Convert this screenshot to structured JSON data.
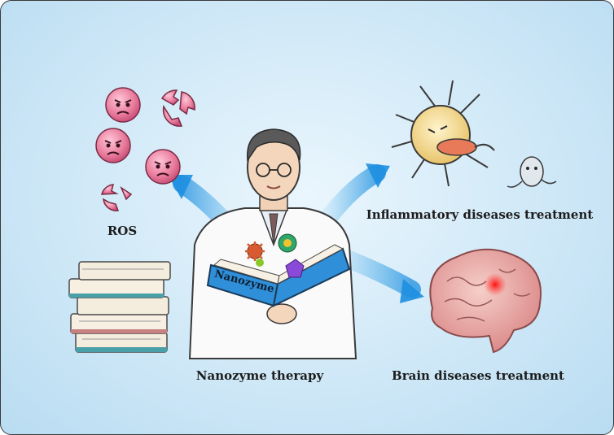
{
  "labels": {
    "ros": "ROS",
    "inflammatory": "Inflammatory diseases treatment",
    "brain": "Brain diseases treatment",
    "therapy": "Nanozyme therapy",
    "book": "Nanozyme"
  },
  "colors": {
    "background": "#cfe8f7",
    "arrow": "#3fa9e8",
    "ros_ball": "#e8789a",
    "book_cover": "#2f8fd8",
    "brain": "#e8a0a0",
    "brain_hotspot": "#e52020",
    "cell": "#f3d98a"
  },
  "icons": [
    "ros-ball-icon",
    "broken-ros-icon",
    "macrophage-icon",
    "bacterium-icon",
    "brain-icon",
    "book-stack-icon",
    "doctor-icon",
    "nanozyme-particle-icon"
  ]
}
